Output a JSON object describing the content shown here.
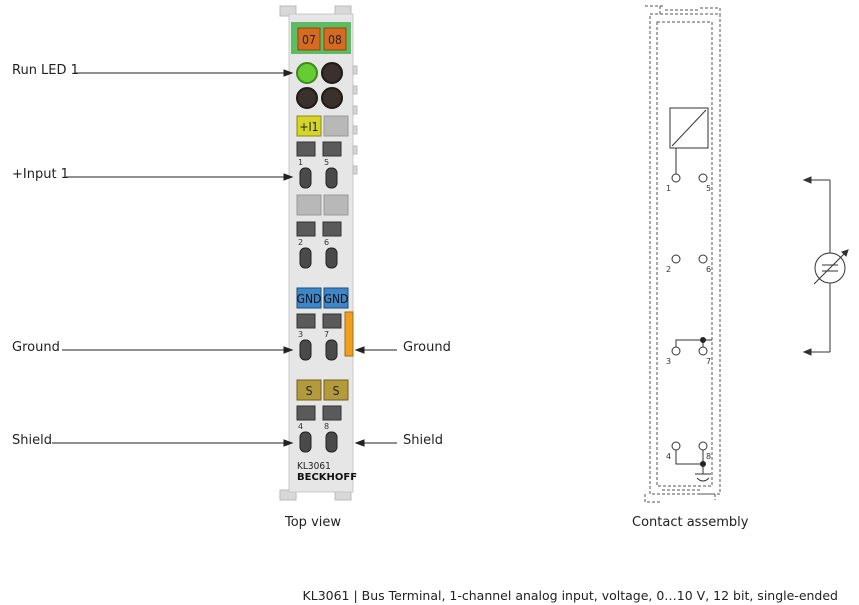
{
  "callouts": {
    "run_led": "Run LED 1",
    "input": "+Input 1",
    "ground_left": "Ground",
    "ground_right": "Ground",
    "shield_left": "Shield",
    "shield_right": "Shield"
  },
  "terminal": {
    "top_labels": [
      "07",
      "08"
    ],
    "input_label": "+I1",
    "gnd_labels": [
      "GND",
      "GND"
    ],
    "shield_labels": [
      "S",
      "S"
    ],
    "contact_numbers": [
      "1",
      "5",
      "2",
      "6",
      "3",
      "7",
      "4",
      "8"
    ],
    "model": "KL3061",
    "brand": "BECKHOFF"
  },
  "views": {
    "top_view": "Top view",
    "contact_assembly": "Contact assembly"
  },
  "contact_assembly": {
    "numbers": [
      "1",
      "5",
      "2",
      "6",
      "3",
      "7",
      "4",
      "8"
    ]
  },
  "caption": "KL3061 | Bus Terminal, 1-channel analog input, voltage, 0…10 V, 12 bit, single-ended",
  "colors": {
    "top_label_bg": "#d86a1f",
    "top_label_band": "#5dbb63",
    "led_green": "#66cc33",
    "input_label_bg": "#d4d42a",
    "gnd_label_bg": "#3d86c8",
    "shield_label_bg": "#b39a3a",
    "terminal_body": "#e6e6e6"
  }
}
